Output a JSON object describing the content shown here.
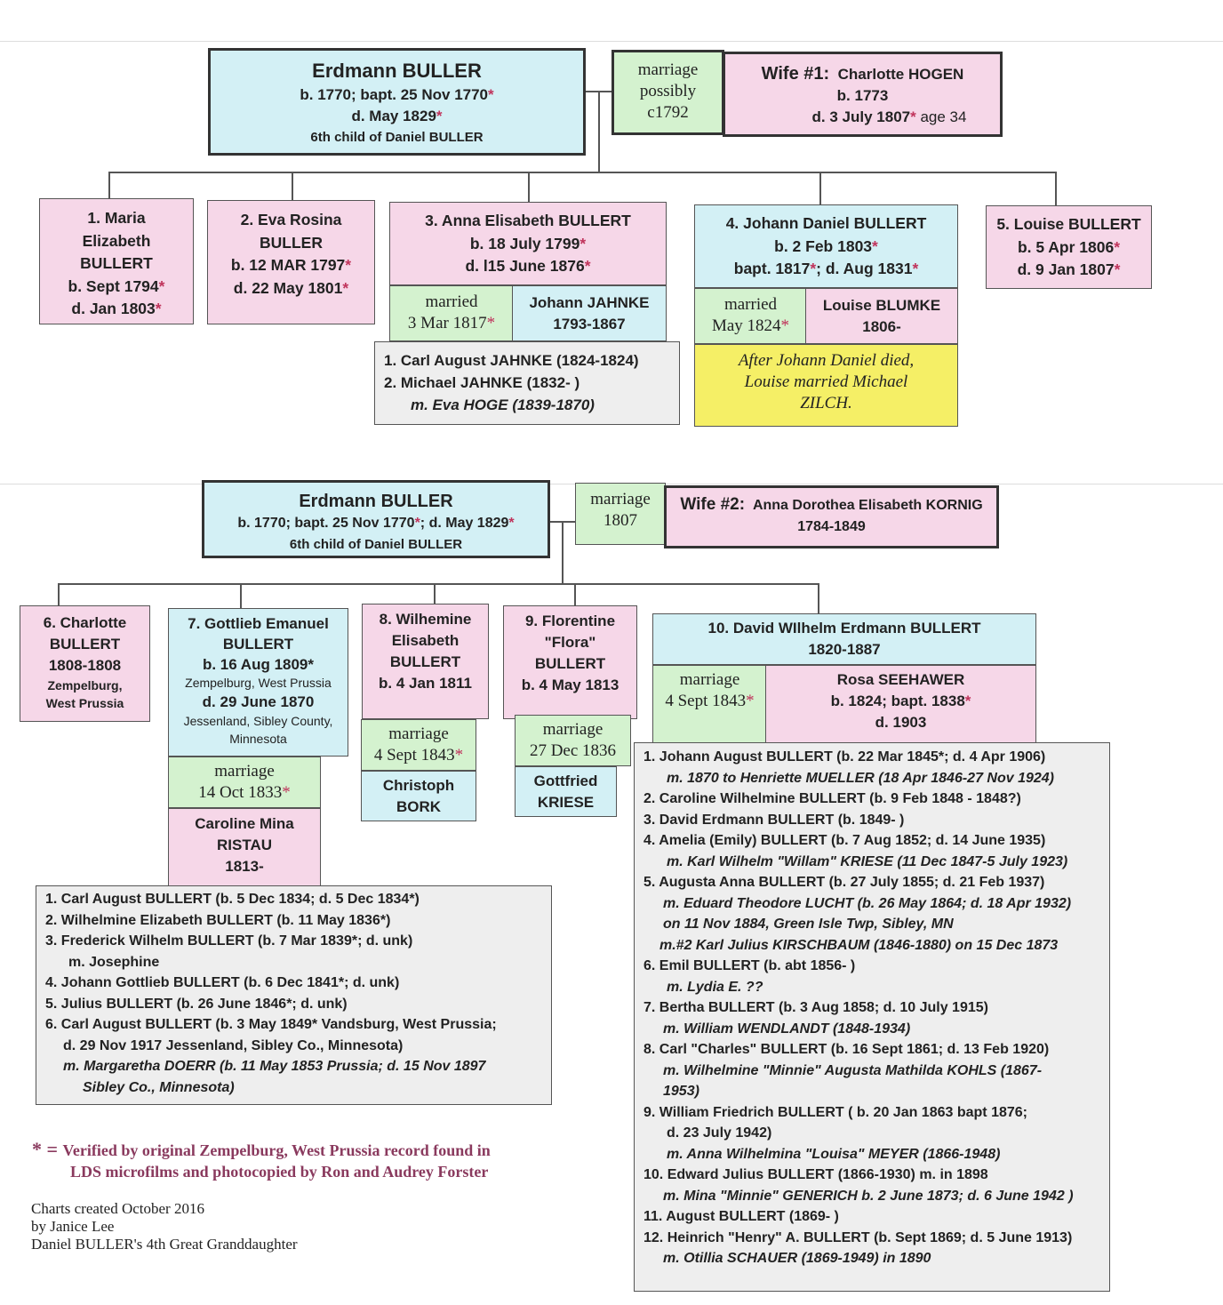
{
  "gen1a": {
    "name": "Erdmann BULLER",
    "born": "b. 1770;  bapt. 25 Nov 1770",
    "died": "d. May 1829",
    "child_of": "6th child of Daniel BULLER",
    "marriage": [
      "marriage",
      "possibly",
      "c1792"
    ],
    "wife_label": "Wife #1:",
    "wife_name": "Charlotte HOGEN",
    "wife_born": "b. 1773",
    "wife_died": "d. 3 July 1807",
    "wife_age": " age 34"
  },
  "children1": [
    {
      "lines": [
        "1.  Maria",
        "Elizabeth",
        "BULLERT",
        "b. Sept 1794",
        "d. Jan 1803"
      ],
      "stars": [
        false,
        false,
        false,
        true,
        true
      ]
    },
    {
      "lines": [
        "2.  Eva Rosina",
        "BULLER",
        "b. 12 MAR 1797",
        "d. 22 May 1801"
      ],
      "stars": [
        false,
        false,
        true,
        true
      ]
    },
    {
      "lines": [
        "3.  Anna Elisabeth BULLERT",
        "b. 18 July 1799",
        "d. l15 June 1876"
      ],
      "stars": [
        false,
        true,
        true
      ]
    },
    {
      "lines": [
        "4.  Johann Daniel BULLERT",
        "b. 2 Feb 1803",
        "bapt. 1817",
        "; d. Aug 1831"
      ],
      "stars": [
        false,
        true,
        true,
        true
      ]
    },
    {
      "lines": [
        "5.  Louise BULLERT",
        "b. 5 Apr 1806",
        "d. 9 Jan 1807"
      ],
      "stars": [
        false,
        true,
        true
      ]
    }
  ],
  "anna_marriage": {
    "label": "married",
    "date": "3 Mar 1817",
    "spouse": "Johann JAHNKE",
    "years": "1793-1867"
  },
  "anna_children": [
    "1.  Carl August JAHNKE (1824-1824)",
    "2.  Michael JAHNKE (1832- )",
    "m. Eva HOGE (1839-1870)"
  ],
  "johann_marriage": {
    "label": "married",
    "date": "May 1824",
    "spouse": "Louise BLUMKE",
    "years": "1806-"
  },
  "johann_note": [
    "After Johann Daniel died,",
    "Louise married Michael",
    "ZILCH."
  ],
  "gen1b": {
    "name": "Erdmann BULLER",
    "born": "b. 1770;  bapt. 25 Nov 1770",
    "died": "; d. May 1829",
    "child_of": "6th child of Daniel BULLER",
    "marriage": [
      "marriage",
      "1807"
    ],
    "wife_label": "Wife #2:",
    "wife_name": "Anna Dorothea Elisabeth KORNIG",
    "wife_years": "1784-1849"
  },
  "c6": [
    "6. Charlotte",
    "BULLERT",
    "1808-1808",
    "Zempelburg,",
    "West Prussia"
  ],
  "c7": {
    "lines": [
      "7. Gottlieb Emanuel",
      "BULLERT",
      "b. 16 Aug 1809*",
      "Zempelburg, West Prussia",
      "d. 29 June 1870",
      "Jessenland, Sibley County,",
      "Minnesota"
    ],
    "marriage": [
      "marriage",
      "14 Oct 1833"
    ],
    "spouse": [
      "Caroline Mina",
      "RISTAU",
      "1813-"
    ]
  },
  "c8": {
    "lines": [
      "8. Wilhemine",
      "Elisabeth",
      "BULLERT",
      "b. 4 Jan 1811"
    ],
    "marriage": [
      "marriage",
      "4 Sept 1843"
    ],
    "spouse": [
      "Christoph",
      "BORK"
    ]
  },
  "c9": {
    "lines": [
      "9. Florentine",
      "\"Flora\"",
      "BULLERT",
      "b. 4 May 1813"
    ],
    "marriage": [
      "marriage",
      "27 Dec 1836"
    ],
    "spouse": [
      "Gottfried",
      "KRIESE"
    ]
  },
  "c10": {
    "lines": [
      "10.  David WIlhelm Erdmann BULLERT",
      "1820-1887"
    ],
    "marriage": [
      "marriage",
      "4 Sept 1843"
    ],
    "spouse": [
      "Rosa SEEHAWER",
      "b. 1824;  bapt. 1838",
      "d. 1903"
    ]
  },
  "gottlieb_children": [
    {
      "t": "1.  Carl August BULLERT (b. 5 Dec 1834; d. 5 Dec 1834*)",
      "i": false,
      "in": 0
    },
    {
      "t": "2.  Wilhelmine Elizabeth BULLERT (b. 11 May 1836*)",
      "i": false,
      "in": 0
    },
    {
      "t": "3.  Frederick Wilhelm BULLERT (b. 7 Mar 1839*; d. unk)",
      "i": false,
      "in": 0
    },
    {
      "t": "m. Josephine",
      "i": false,
      "in": 26
    },
    {
      "t": "4.  Johann Gottlieb BULLERT (b. 6 Dec 1841*; d. unk)",
      "i": false,
      "in": 0
    },
    {
      "t": "5.  Julius BULLERT (b. 26 June 1846*; d. unk)",
      "i": false,
      "in": 0
    },
    {
      "t": "6.  Carl August BULLERT (b. 3 May 1849* Vandsburg, West Prussia;",
      "i": false,
      "in": 0
    },
    {
      "t": "d. 29 Nov 1917 Jessenland, Sibley Co., Minnesota)",
      "i": false,
      "in": 20
    },
    {
      "t": "m. Margaretha DOERR (b. 11 May 1853 Prussia; d. 15 Nov 1897",
      "i": true,
      "in": 20
    },
    {
      "t": "Sibley Co., Minnesota)",
      "i": true,
      "in": 42
    }
  ],
  "david_children": [
    {
      "t": "1.  Johann August BULLERT (b. 22 Mar 1845*; d. 4 Apr 1906)",
      "i": false,
      "in": 0
    },
    {
      "t": "m. 1870 to Henriette MUELLER (18 Apr 1846-27 Nov 1924)",
      "i": true,
      "in": 26
    },
    {
      "t": "2.  Caroline Wilhelmine BULLERT (b. 9 Feb 1848 - 1848?)",
      "i": false,
      "in": 0
    },
    {
      "t": "3.  David Erdmann BULLERT (b. 1849- )",
      "i": false,
      "in": 0
    },
    {
      "t": "4.  Amelia (Emily) BULLERT (b. 7 Aug 1852; d. 14 June 1935)",
      "i": false,
      "in": 0
    },
    {
      "t": "m. Karl Wilhelm \"Willam\" KRIESE (11 Dec 1847-5 July 1923)",
      "i": true,
      "in": 26
    },
    {
      "t": "5.  Augusta Anna BULLERT (b. 27 July 1855; d. 21 Feb 1937)",
      "i": false,
      "in": 0
    },
    {
      "t": "m. Eduard Theodore LUCHT (b. 26 May 1864; d. 18 Apr 1932)",
      "i": true,
      "in": 22
    },
    {
      "t": "on 11 Nov 1884, Green Isle Twp, Sibley, MN",
      "i": true,
      "in": 22
    },
    {
      "t": "m.#2 Karl Julius KIRSCHBAUM (1846-1880) on 15 Dec 1873",
      "i": true,
      "in": 18
    },
    {
      "t": "6.  Emil BULLERT (b. abt 1856- )",
      "i": false,
      "in": 0
    },
    {
      "t": "m. Lydia E. ??",
      "i": true,
      "in": 26
    },
    {
      "t": "7.  Bertha BULLERT (b. 3 Aug 1858; d. 10 July 1915)",
      "i": false,
      "in": 0
    },
    {
      "t": "m. William WENDLANDT (1848-1934)",
      "i": true,
      "in": 22
    },
    {
      "t": "8.  Carl \"Charles\" BULLERT (b. 16 Sept 1861; d. 13 Feb 1920)",
      "i": false,
      "in": 0
    },
    {
      "t": "m.  Wilhelmine \"Minnie\" Augusta Mathilda KOHLS (1867-",
      "i": true,
      "in": 22
    },
    {
      "t": "1953)",
      "i": true,
      "in": 22
    },
    {
      "t": "9.  William Friedrich BULLERT ( b. 20 Jan 1863 bapt 1876;",
      "i": false,
      "in": 0
    },
    {
      "t": "d. 23 July 1942)",
      "i": false,
      "in": 26
    },
    {
      "t": "m. Anna Wilhelmina \"Louisa\" MEYER (1866-1948)",
      "i": true,
      "in": 26
    },
    {
      "t": "10.  Edward Julius BULLERT (1866-1930) m. in 1898",
      "i": false,
      "in": 0
    },
    {
      "t": "m.  Mina \"Minnie\" GENERICH b. 2 June 1873; d. 6 June 1942 )",
      "i": true,
      "in": 22
    },
    {
      "t": "11.  August BULLERT (1869- )",
      "i": false,
      "in": 0
    },
    {
      "t": "12.  Heinrich \"Henry\" A. BULLERT (b. Sept 1869; d. 5 June 1913)",
      "i": false,
      "in": 0
    },
    {
      "t": "m. Otillia SCHAUER (1869-1949) in 1890",
      "i": true,
      "in": 22
    }
  ],
  "legend": {
    "star": "*",
    "eq": " = ",
    "line1": "Verified by original Zempelburg, West Prussia record found in",
    "line2": "LDS microfilms and photocopied by Ron and Audrey Forster"
  },
  "credits": [
    "Charts created October 2016",
    "by Janice Lee",
    "Daniel BULLER's 4th Great Granddaughter"
  ],
  "colors": {
    "blue": "#d3f0f5",
    "pink": "#f6d7e8",
    "green": "#d4f2cf",
    "yellow": "#f5ef66",
    "gray": "#eeeeee",
    "star": "#c0345c"
  }
}
